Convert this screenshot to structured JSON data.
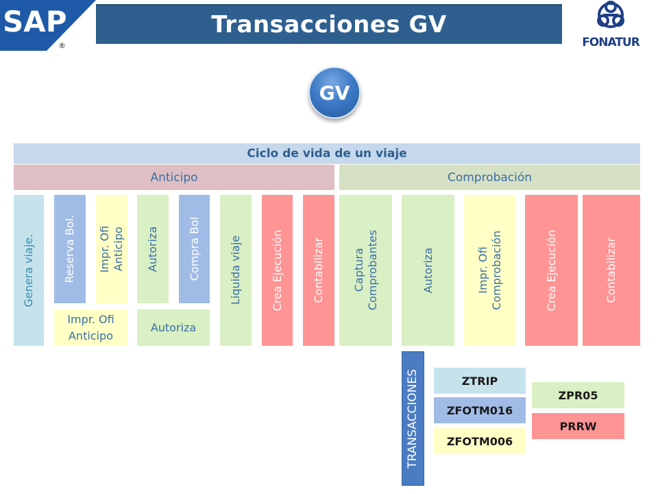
{
  "header": {
    "title": "Transacciones  GV",
    "logo_left": "SAP",
    "logo_right": "FONATUR"
  },
  "center_badge": "GV",
  "cycle": {
    "label": "Ciclo de vida de un viaje"
  },
  "phases": {
    "anticipo": "Anticipo",
    "comprobacion": "Comprobación"
  },
  "steps": [
    {
      "label": "Genera viaje."
    },
    {
      "label": "Reserva Bol."
    },
    {
      "label": "Impr. Ofi\nAnticipo"
    },
    {
      "label": "Autoriza"
    },
    {
      "label": "Compra Bol"
    },
    {
      "label": "Liquida viaje"
    },
    {
      "label": "Crea Ejecución"
    },
    {
      "label": "Contabilizar"
    },
    {
      "label": "Captura\nComprobantes"
    },
    {
      "label": "Autoriza"
    },
    {
      "label": "Impr. Ofi\nComprobación"
    },
    {
      "label": "Crea Ejecución"
    },
    {
      "label": "Contabilizar"
    }
  ],
  "substeps": [
    {
      "label": "Impr. Ofi\nAnticipo"
    },
    {
      "label": "Autoriza"
    }
  ],
  "transacciones": {
    "label": "TRANSACCIONES",
    "codes": [
      "ZTRIP",
      "ZFOTM016",
      "ZFOTM006",
      "ZPR05",
      "PRRW"
    ]
  },
  "colors": {
    "title_bar": "#2e5f8f",
    "cycle_bar": "#c6d8ec",
    "anticipo_bar": "#dfbfc3",
    "comprobacion_bar": "#d6e0c4",
    "light_blue": "#c6e3ec",
    "blue": "#a0bce6",
    "yellow": "#ffffc6",
    "green": "#d9efc4",
    "red": "#ff9494",
    "transacciones_box": "#4b7cc2"
  }
}
